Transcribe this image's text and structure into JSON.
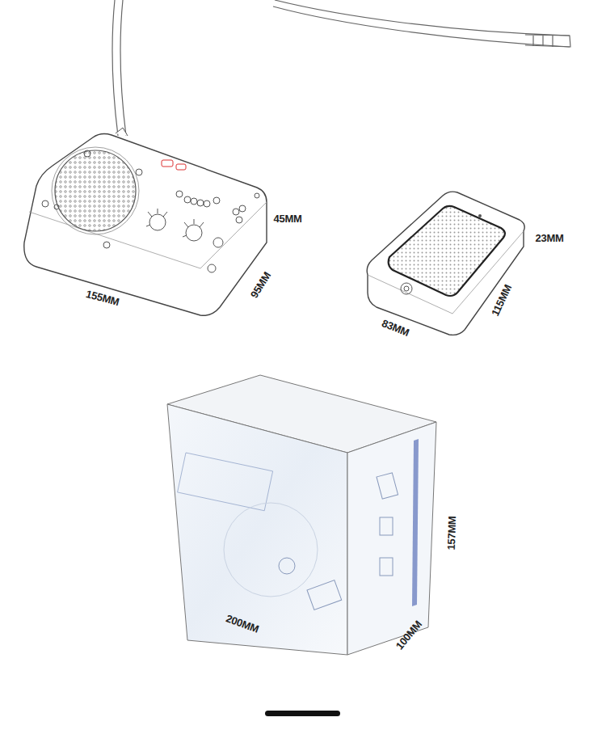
{
  "diagram": {
    "labels": [
      "45MM",
      "155MM",
      "95MM",
      "23MM",
      "83MM",
      "115MM",
      "157MM",
      "200MM",
      "100MM"
    ]
  }
}
